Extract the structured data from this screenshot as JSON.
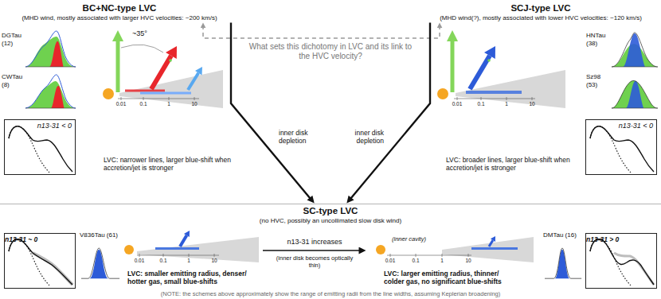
{
  "diagram": {
    "caption": "(NOTE: the schemes above approximately show the range of emitting radii from the line widths, assuming Keplerian broadening)",
    "nodes": [
      {
        "text": [
          "BC+NC-type LVC",
          "(MHD wind, mostly associated with larger HVC velocities: ~200 km/s)"
        ]
      },
      {
        "text": [
          "n13-31 < 0"
        ]
      },
      {
        "text": [
          "SCJ-type LVC",
          "(MHD wind(?), mostly associated with lower HVC velocities: ~120 km/s)"
        ]
      },
      {
        "text": [
          "n13-31 < 0"
        ]
      },
      {
        "text": [
          "SC-type LVC",
          "(no HVC, possibly an uncollimated slow disk wind)"
        ]
      },
      {
        "text": [
          "LVC: smaller emitting radius, denser/ hotter gas, small blue-shifts"
        ],
        "in": 4
      },
      {
        "text": [
          "n13-31 ~ 0"
        ],
        "in": 5
      },
      {
        "text": [
          "LVC: larger emitting radius, thinner/ colder gas, no significant blue-shifts"
        ],
        "in": 4
      },
      {
        "text": [
          "n13-31 > 0"
        ],
        "in": 7
      }
    ],
    "edges": [
      {
        "from": 0,
        "to": 2,
        "arrow": "both",
        "label": "What sets this dichotomy in LVC and its link to the HVC velocity?"
      },
      {
        "from": 0,
        "to": 4,
        "arrow": "to",
        "label": "inner disk depletion"
      },
      {
        "from": 2,
        "to": 4,
        "arrow": "to",
        "label": "inner disk depletion"
      },
      {
        "from": 5,
        "to": 7,
        "arrow": "to",
        "label": "n13-31 increases"
      }
    ],
    "labels": [
      "DGTau (12)",
      "CWTau (8)",
      "~35°",
      "0.01",
      "0.1",
      "1",
      "10",
      "LVC: narrower lines, larger blue-shift when accretion/jet is stronger",
      "HNTau (38)",
      "Sz98 (53)",
      "0.01",
      "0.1",
      "1",
      "10",
      "LVC: broader lines, larger blue-shift when accretion/jet is stronger",
      "V836Tau (61)",
      "0.01",
      "0.1",
      "1",
      "10",
      "(inner disk becomes optically thin)",
      "(inner cavity)",
      "0.01",
      "0.1",
      "1",
      "10",
      "DMTau (16)"
    ]
  }
}
